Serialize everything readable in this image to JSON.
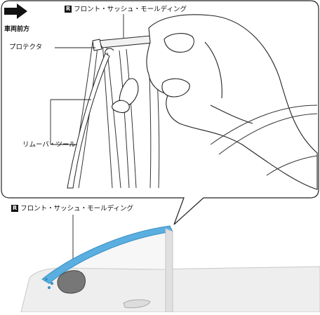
{
  "direction": {
    "label": "車両前方",
    "arrow_icon": "right-arrow-icon"
  },
  "callouts": {
    "top_badge": "R",
    "top_part": "フロント・サッシュ・モールディング",
    "protector": "プロテクタ",
    "removal_tool": "リムーバ・ツール"
  },
  "inset": {
    "badge": "R",
    "part": "フロント・サッシュ・モールディング",
    "highlight_color": "#5aaee0"
  }
}
